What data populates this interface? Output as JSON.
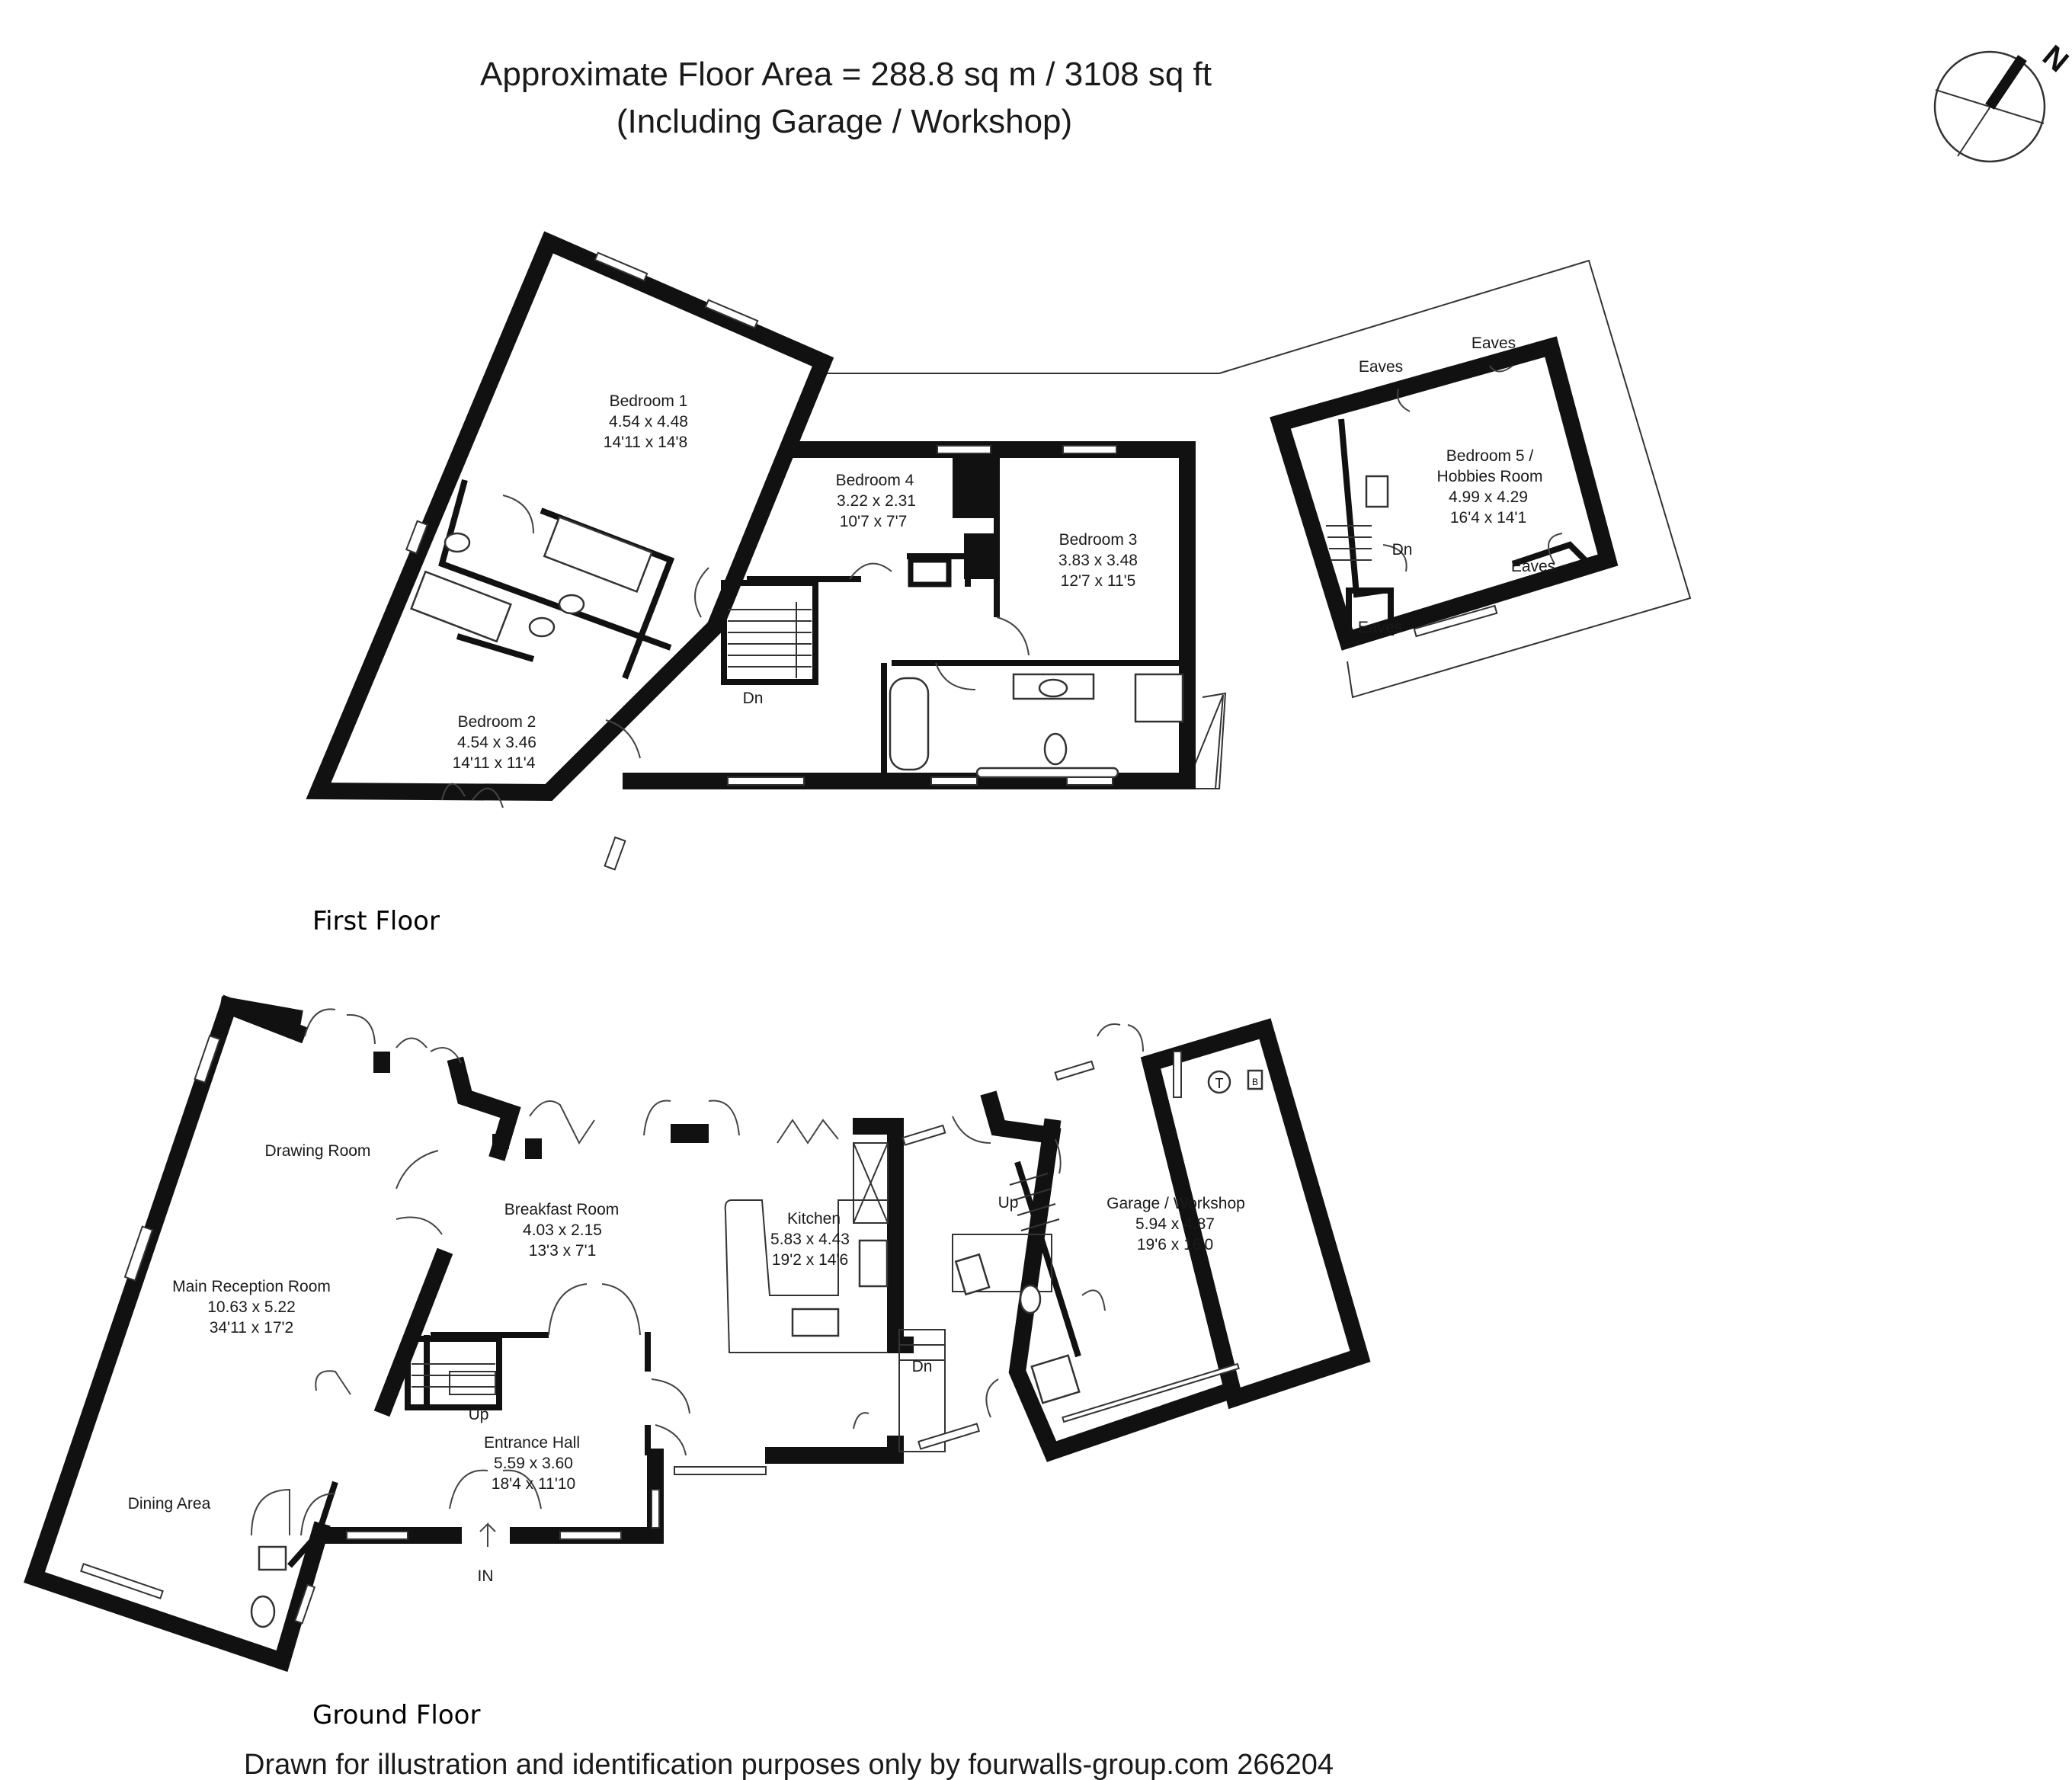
{
  "header": {
    "line1": "Approximate Floor Area = 288.8 sq m / 3108 sq ft",
    "line2": "(Including Garage / Workshop)"
  },
  "compass": {
    "label": "N",
    "icon": "north-arrow-icon"
  },
  "first_floor": {
    "label": "First Floor",
    "rooms": {
      "bedroom1": {
        "name": "Bedroom 1",
        "metric": "4.54 x 4.48",
        "imperial": "14'11 x 14'8"
      },
      "bedroom2": {
        "name": "Bedroom 2",
        "metric": "4.54 x 3.46",
        "imperial": "14'11 x 11'4"
      },
      "bedroom3": {
        "name": "Bedroom 3",
        "metric": "3.83 x 3.48",
        "imperial": "12'7 x 11'5"
      },
      "bedroom4": {
        "name": "Bedroom 4",
        "metric": "3.22 x 2.31",
        "imperial": "10'7 x 7'7"
      },
      "bedroom5": {
        "name1": "Bedroom 5 /",
        "name2": "Hobbies Room",
        "metric": "4.99 x 4.29",
        "imperial": "16'4 x 14'1"
      }
    },
    "eaves": "Eaves",
    "stairs_dn": "Dn"
  },
  "ground_floor": {
    "label": "Ground Floor",
    "rooms": {
      "drawing": {
        "name": "Drawing Room"
      },
      "reception": {
        "name": "Main Reception Room",
        "metric": "10.63 x 5.22",
        "imperial": "34'11 x 17'2"
      },
      "dining": {
        "name": "Dining Area"
      },
      "breakfast": {
        "name": "Breakfast Room",
        "metric": "4.03 x 2.15",
        "imperial": "13'3 x 7'1"
      },
      "kitchen": {
        "name": "Kitchen",
        "metric": "5.83 x 4.43",
        "imperial": "19'2 x 14'6"
      },
      "hall": {
        "name": "Entrance Hall",
        "metric": "5.59 x 3.60",
        "imperial": "18'4 x 11'10"
      },
      "garage": {
        "name": "Garage / Workshop",
        "metric": "5.94 x 4.87",
        "imperial": "19'6 x 16'0"
      }
    },
    "stairs_up": "Up",
    "stairs_dn": "Dn",
    "entrance": "IN",
    "symbol_t": "T",
    "symbol_b": "B"
  },
  "footer": {
    "text": "Drawn for illustration and identification purposes only by fourwalls-group.com 266204"
  }
}
